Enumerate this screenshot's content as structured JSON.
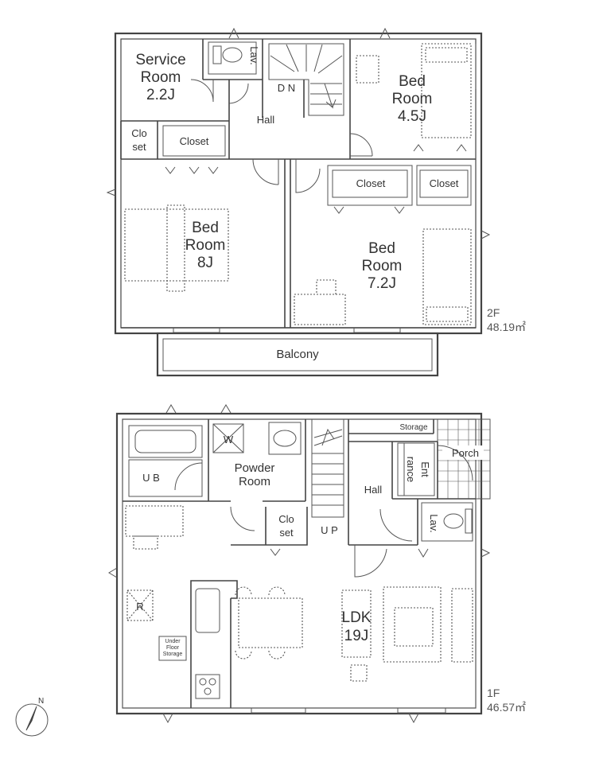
{
  "floor2": {
    "area_label": "2F",
    "area_value": "48.19㎡",
    "rooms": {
      "service_room": [
        "Service",
        "Room",
        "2.2J"
      ],
      "lav": "Lav.",
      "dn": "D N",
      "hall": "Hall",
      "bed_45": [
        "Bed",
        "Room",
        "4.5J"
      ],
      "closet_sr": [
        "Clo",
        "set"
      ],
      "closet_a": "Closet",
      "closet_b": "Closet",
      "closet_c": "Closet",
      "bed_8": [
        "Bed",
        "Room",
        "8J"
      ],
      "bed_72": [
        "Bed",
        "Room",
        "7.2J"
      ],
      "balcony": "Balcony"
    }
  },
  "floor1": {
    "area_label": "1F",
    "area_value": "46.57㎡",
    "rooms": {
      "ub": "U B",
      "w": "W",
      "powder": [
        "Powder",
        "Room"
      ],
      "storage": "Storage",
      "entrance": [
        "Ent",
        "rance"
      ],
      "porch": "Porch",
      "hall": "Hall",
      "lav": "Lav.",
      "closet": [
        "Clo",
        "set"
      ],
      "up": "U P",
      "r": "R",
      "under_floor": [
        "Under",
        "Floor",
        "Storage"
      ],
      "ldk": [
        "LDK",
        "19J"
      ]
    }
  },
  "compass": {
    "north": "N"
  }
}
